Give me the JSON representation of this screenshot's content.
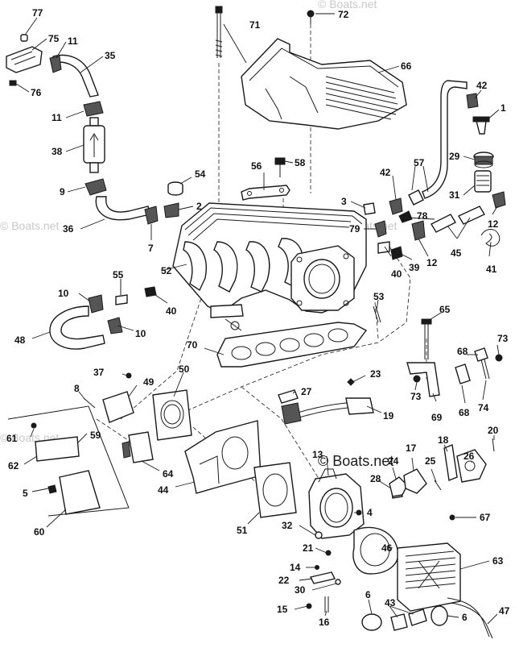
{
  "watermarks": {
    "main": "© Boats.net",
    "faint": "© Boats.net"
  },
  "callouts": {
    "c1": "1",
    "c2": "2",
    "c3": "3",
    "c4": "4",
    "c5": "5",
    "c6a": "6",
    "c6b": "6",
    "c7": "7",
    "c8": "8",
    "c9": "9",
    "c10a": "10",
    "c10b": "10",
    "c11a": "11",
    "c11b": "11",
    "c12a": "12",
    "c12b": "12",
    "c13": "13",
    "c14": "14",
    "c15": "15",
    "c16": "16",
    "c17": "17",
    "c18": "18",
    "c19": "19",
    "c20": "20",
    "c21": "21",
    "c22": "22",
    "c23": "23",
    "c24": "24",
    "c25": "25",
    "c26": "26",
    "c27": "27",
    "c28": "28",
    "c29": "29",
    "c30": "30",
    "c31": "31",
    "c32": "32",
    "c35": "35",
    "c36": "36",
    "c37": "37",
    "c38": "38",
    "c39": "39",
    "c40a": "40",
    "c40b": "40",
    "c41": "41",
    "c42a": "42",
    "c42b": "42",
    "c43": "43",
    "c44": "44",
    "c45": "45",
    "c46": "46",
    "c47": "47",
    "c48": "48",
    "c49": "49",
    "c50": "50",
    "c51": "51",
    "c52": "52",
    "c53": "53",
    "c54": "54",
    "c55": "55",
    "c56": "56",
    "c57": "57",
    "c58": "58",
    "c59": "59",
    "c60": "60",
    "c61": "61",
    "c62": "62",
    "c63": "63",
    "c64": "64",
    "c65": "65",
    "c66": "66",
    "c67": "67",
    "c68a": "68",
    "c68b": "68",
    "c69": "69",
    "c70": "70",
    "c71": "71",
    "c72": "72",
    "c73a": "73",
    "c73b": "73",
    "c74": "74",
    "c75": "75",
    "c76": "76",
    "c77": "77",
    "c78": "78",
    "c79": "79"
  }
}
